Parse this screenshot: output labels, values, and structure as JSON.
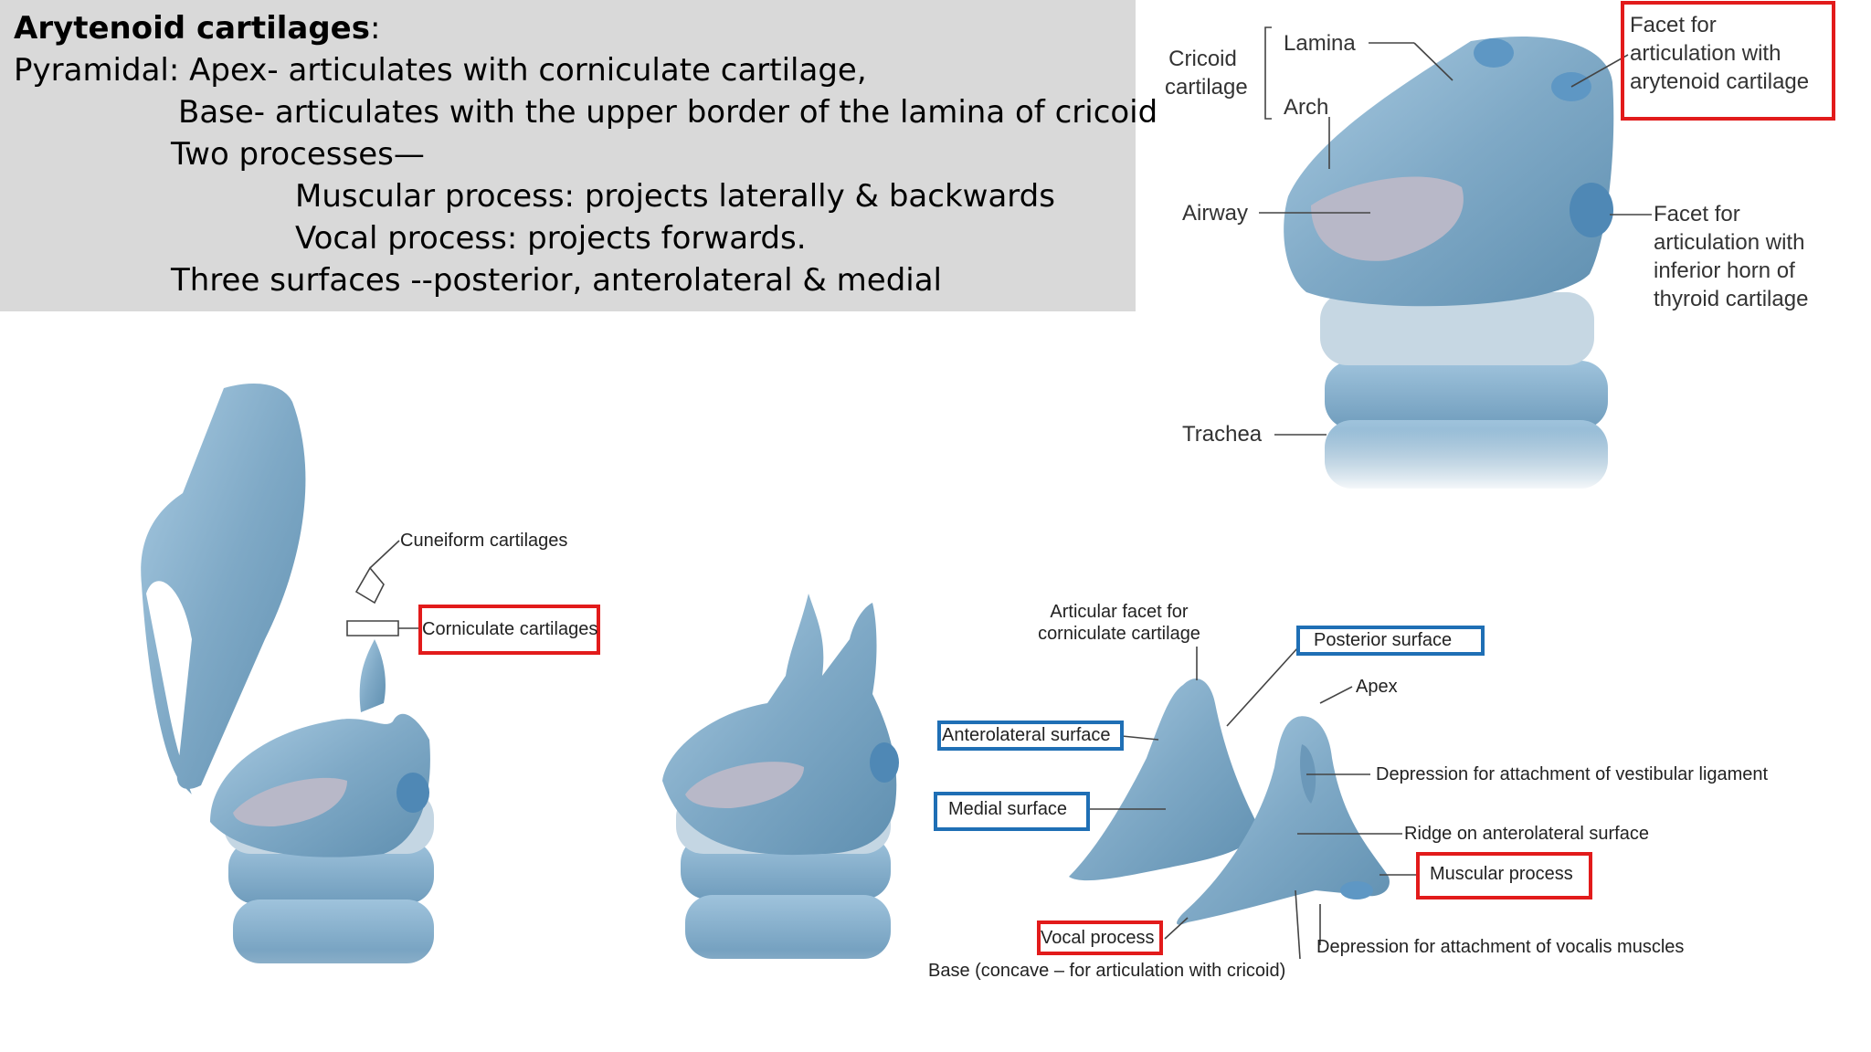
{
  "text_panel": {
    "title": "Arytenoid cartilages",
    "title_colon": ":",
    "line1": "Pyramidal: Apex- articulates with  corniculate cartilage,",
    "line2": "Base- articulates with the upper border of the lamina of cricoid",
    "line3": "Two processes—",
    "line4": "Muscular process: projects laterally & backwards",
    "line5": "Vocal process: projects forwards.",
    "line6": "Three surfaces --posterior, anterolateral & medial"
  },
  "cricoid_figure": {
    "cricoid_label_line1": "Cricoid",
    "cricoid_label_line2": "cartilage",
    "lamina": "Lamina",
    "arch": "Arch",
    "airway": "Airway",
    "trachea": "Trachea",
    "facet_arytenoid_line1": "Facet for",
    "facet_arytenoid_line2": "articulation with",
    "facet_arytenoid_line3": "arytenoid cartilage",
    "facet_thyroid_line1": "Facet for",
    "facet_thyroid_line2": "articulation with",
    "facet_thyroid_line3": "inferior horn of",
    "facet_thyroid_line4": "thyroid cartilage"
  },
  "larynx_figure": {
    "cuneiform": "Cuneiform cartilages",
    "corniculate": "Corniculate cartilages"
  },
  "arytenoid_figure": {
    "articular_facet_line1": "Articular facet for",
    "articular_facet_line2": "corniculate cartilage",
    "posterior_surface": "Posterior surface",
    "apex": "Apex",
    "anterolateral_surface": "Anterolateral surface",
    "medial_surface": "Medial surface",
    "depression_vestibular": "Depression for attachment of vestibular ligament",
    "ridge": "Ridge on anterolateral surface",
    "muscular_process": "Muscular process",
    "vocal_process": "Vocal process",
    "depression_vocalis": "Depression for attachment of vocalis muscles",
    "base": "Base (concave – for articulation with cricoid)"
  },
  "colors": {
    "panel_bg": "#d9d9d9",
    "highlight_red": "#e21b1b",
    "highlight_blue": "#1f6fb5",
    "cartilage": "#8fb8d4"
  }
}
